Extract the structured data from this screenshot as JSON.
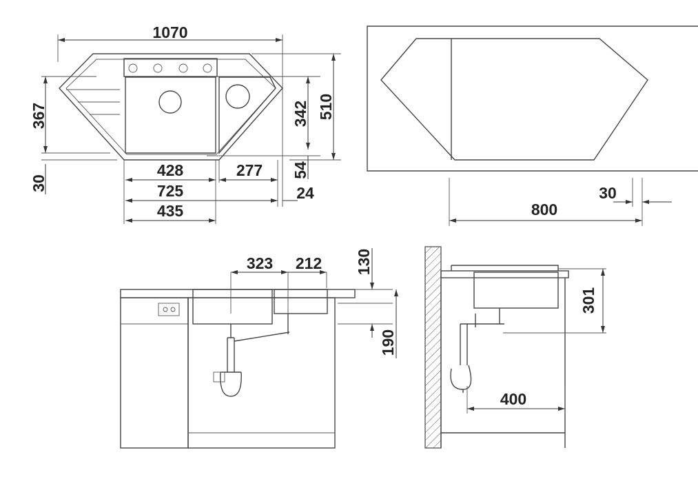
{
  "top_view": {
    "width_total": "1070",
    "depth_left": "367",
    "offset_bottom": "30",
    "bowl_depth": "342",
    "depth_total": "510",
    "main_bowl_width": "428",
    "secondary_width": "277",
    "gap_bottom": "54",
    "combined_width": "725",
    "edge_right": "24",
    "cutout_width": "435"
  },
  "cabinet_view": {
    "cabinet_width": "800",
    "wall_offset": "30"
  },
  "front_section": {
    "main_bowl_width": "323",
    "secondary_bowl_width": "212",
    "bowl_depth": "130",
    "drain_height": "190"
  },
  "side_section": {
    "depth": "301",
    "waste_offset": "400"
  }
}
